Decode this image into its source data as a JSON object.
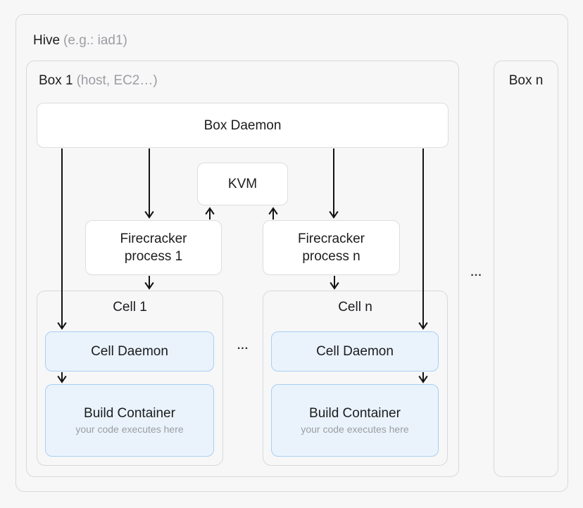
{
  "hive": {
    "title": "Hive",
    "subtitle": "(e.g.: iad1)"
  },
  "box_1": {
    "title": "Box 1",
    "subtitle": "(host, EC2…)"
  },
  "box_n": {
    "title": "Box n"
  },
  "box_daemon": {
    "label": "Box Daemon"
  },
  "kvm": {
    "label": "KVM"
  },
  "firecracker_1": {
    "line1": "Firecracker",
    "line2": "process 1"
  },
  "firecracker_n": {
    "line1": "Firecracker",
    "line2": "process n"
  },
  "cell_1": {
    "title": "Cell 1",
    "daemon_label": "Cell Daemon",
    "build_label": "Build Container",
    "build_note": "your code executes here"
  },
  "cell_n": {
    "title": "Cell n",
    "daemon_label": "Cell Daemon",
    "build_label": "Build Container",
    "build_note": "your code executes here"
  },
  "ellipsis_between_cells": "...",
  "ellipsis_between_boxes": "...",
  "colors": {
    "background": "#f7f7f8",
    "container_border": "#d8d9db",
    "node_fill": "#ffffff",
    "node_border": "#dcdddf",
    "accent_fill": "#eaf3fc",
    "accent_border": "#aacff2",
    "text_dark": "#1b1c1e",
    "text_gray": "#9b9da1",
    "arrow": "#131313"
  }
}
